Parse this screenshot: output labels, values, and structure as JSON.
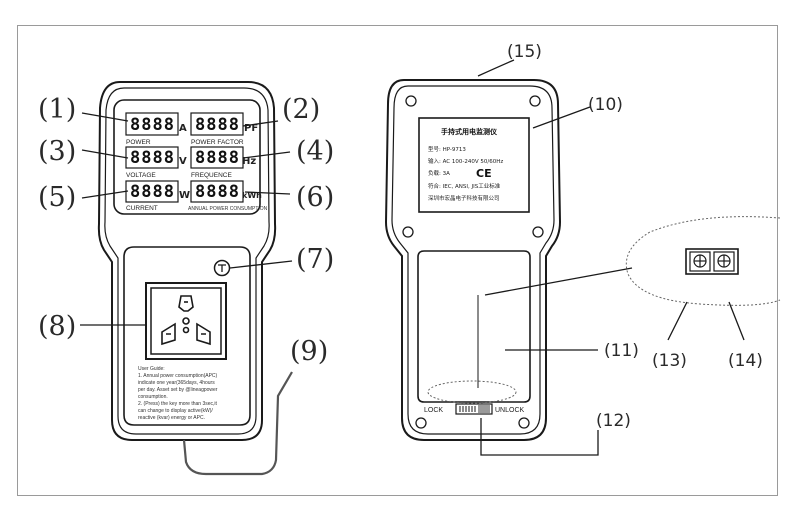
{
  "callouts": {
    "c1": "(1)",
    "c2": "(2)",
    "c3": "(3)",
    "c4": "(4)",
    "c5": "(5)",
    "c6": "(6)",
    "c7": "(7)",
    "c8": "(8)",
    "c9": "(9)",
    "c10": "(10)",
    "c11": "(11)",
    "c12": "(12)",
    "c13": "(13)",
    "c14": "(14)",
    "c15": "(15)"
  },
  "displays": {
    "power": {
      "digits": "8888",
      "unit": "A",
      "label": "POWER"
    },
    "power_factor": {
      "digits": "8888",
      "unit": "PF",
      "label": "POWER FACTOR"
    },
    "voltage": {
      "digits": "8888",
      "unit": "V",
      "label": "VOLTAGE"
    },
    "frequence": {
      "digits": "8888",
      "unit": "Hz",
      "label": "FREQUENCE"
    },
    "current": {
      "digits": "8888",
      "unit": "W",
      "label": "CURRENT"
    },
    "consumption": {
      "digits": "8888",
      "unit": "kWh",
      "label": "ANNUAL POWER CONSUMPTION"
    }
  },
  "user_guide": {
    "title": "User Guide:",
    "line1": "1. Annual power consumption(APC)",
    "line2": "indicate one year(365days, 4hours",
    "line3": "per day. Asset set by @lineagpower",
    "line4": "consumption.",
    "line5": "2. (Press) the key more than 3sec,it",
    "line6": "can change to display active(kW)/",
    "line7": "reactive (kvar) energy or APC."
  },
  "nameplate": {
    "title": "手持式用电监测仪",
    "model": "型号: HP-9713",
    "input": "输入: AC 100-240V 50/60Hz",
    "load": "负载: 3A",
    "ce": "CE",
    "standard": "符合: IEC, ANSI, JIS工业标准",
    "maker": "深圳市宏晶电子科技有限公司"
  },
  "switch": {
    "lock": "LOCK",
    "unlock": "UNLOCK"
  },
  "colors": {
    "line": "#1a1a1a",
    "body_fill": "#ffffff",
    "slot_gray": "#9a9a9a"
  }
}
